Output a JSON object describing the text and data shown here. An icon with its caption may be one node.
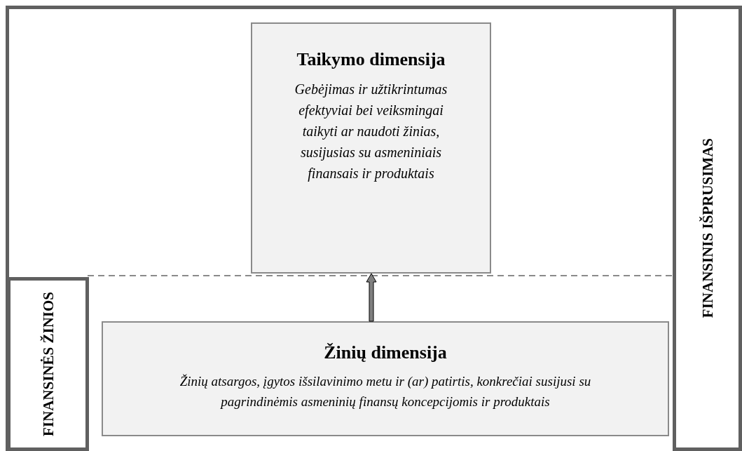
{
  "diagram": {
    "nodes": [
      {
        "text": [
          "Taikymo dimensija",
          "Gebėjimas ir užtikrintumas efektyviai bei veiksmingai taikyti ar naudoti žinias, susijusias su asmeniniais finansais ir produktais"
        ]
      },
      {
        "text": [
          "FINANSINIS IŠPRUSIMAS"
        ]
      },
      {
        "text": [
          "FINANSINĖS ŽINIOS"
        ]
      },
      {
        "text": [
          "Žinių dimensija",
          "Žinių atsargos, įgytos išsilavinimo metu ir (ar) patirtis, konkrečiai susijusi su pagrindinėmis asmeninių finansų koncepcijomis ir produktais"
        ]
      }
    ],
    "edges": [
      {
        "from": 3,
        "to": 0,
        "arrow": "to",
        "style": "thick"
      }
    ]
  }
}
